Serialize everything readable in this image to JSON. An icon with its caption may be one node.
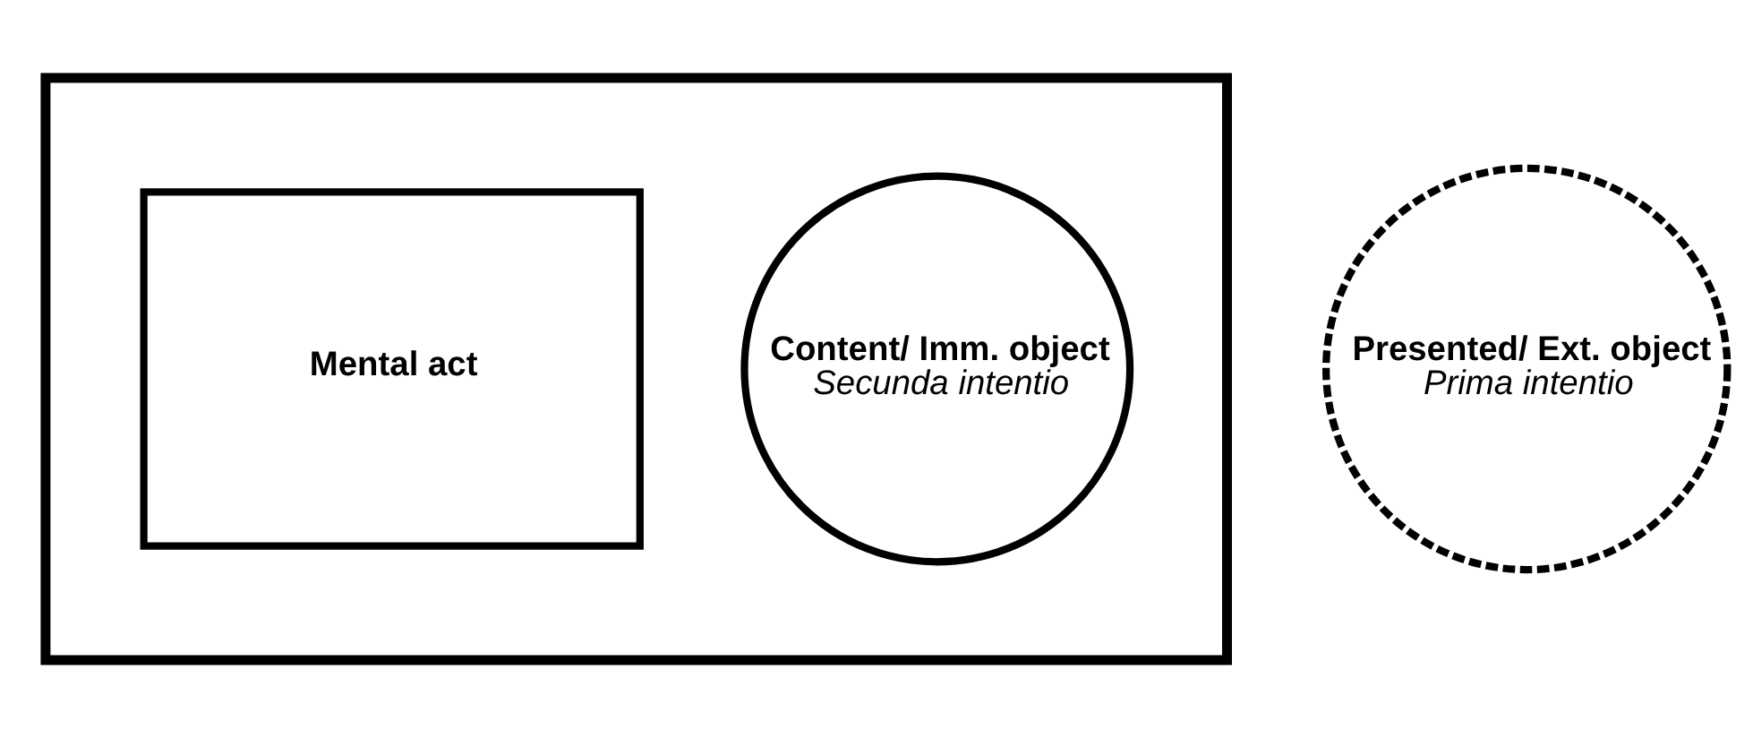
{
  "diagram": {
    "nodes": [
      {
        "text": [],
        "shape": "box"
      },
      {
        "text": [
          "Mental act"
        ],
        "in": 0
      },
      {
        "text": [
          "Content/ Imm. object",
          "Secunda intentio"
        ],
        "in": 0
      },
      {
        "text": [
          "Presented/ Ext. object",
          "Prima intentio"
        ]
      }
    ]
  }
}
